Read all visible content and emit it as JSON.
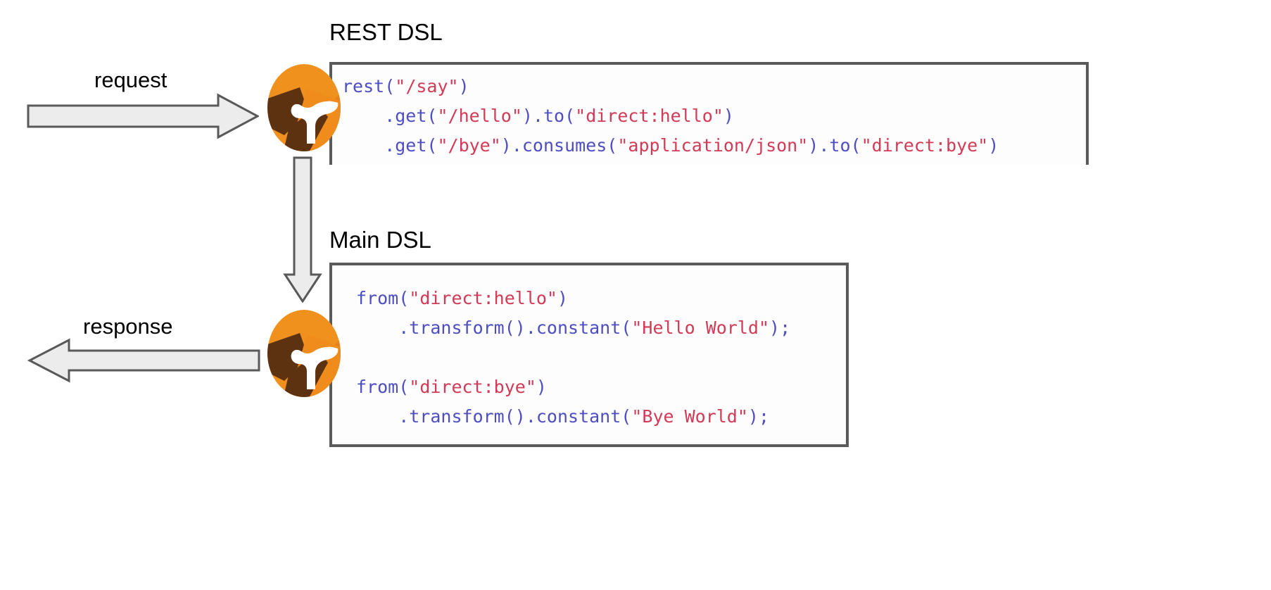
{
  "diagram": {
    "title_rest": "REST DSL",
    "title_main": "Main DSL",
    "flow": {
      "request_label": "request",
      "response_label": "response"
    },
    "colors": {
      "code_keyword": "#4e4ec4",
      "code_string": "#d33a55",
      "box_border": "#5a5a5a",
      "arrow_fill": "#ececec",
      "arrow_stroke": "#595959",
      "camel_orange": "#f0911e",
      "camel_orange_dark": "#e2711d",
      "camel_brown": "#5d3211",
      "camel_white": "#ffffff",
      "background": "#ffffff"
    },
    "icons": {
      "camel_logo": "apache-camel-logo",
      "arrow_right": "block-arrow-right",
      "arrow_left": "block-arrow-left",
      "arrow_down": "block-arrow-down"
    }
  },
  "rest_dsl": {
    "caption": "REST DSL",
    "lines": [
      [
        {
          "t": "rest(",
          "c": "fn"
        },
        {
          "t": "\"/say\"",
          "c": "str"
        },
        {
          "t": ")",
          "c": "fn"
        }
      ],
      [
        {
          "t": "    .get(",
          "c": "fn"
        },
        {
          "t": "\"/hello\"",
          "c": "str"
        },
        {
          "t": ").to(",
          "c": "fn"
        },
        {
          "t": "\"direct:hello\"",
          "c": "str"
        },
        {
          "t": ")",
          "c": "fn"
        }
      ],
      [
        {
          "t": "    .get(",
          "c": "fn"
        },
        {
          "t": "\"/bye\"",
          "c": "str"
        },
        {
          "t": ").consumes(",
          "c": "fn"
        },
        {
          "t": "\"application/json\"",
          "c": "str"
        },
        {
          "t": ").to(",
          "c": "fn"
        },
        {
          "t": "\"direct:bye\"",
          "c": "str"
        },
        {
          "t": ")",
          "c": "fn"
        }
      ]
    ],
    "truncated": true
  },
  "main_dsl": {
    "caption": "Main DSL",
    "lines": [
      [
        {
          "t": "from(",
          "c": "fn"
        },
        {
          "t": "\"direct:hello\"",
          "c": "str"
        },
        {
          "t": ")",
          "c": "fn"
        }
      ],
      [
        {
          "t": "    .transform().constant(",
          "c": "fn"
        },
        {
          "t": "\"Hello World\"",
          "c": "str"
        },
        {
          "t": ");",
          "c": "fn"
        }
      ],
      [
        {
          "t": "",
          "c": "fn"
        }
      ],
      [
        {
          "t": "from(",
          "c": "fn"
        },
        {
          "t": "\"direct:bye\"",
          "c": "str"
        },
        {
          "t": ")",
          "c": "fn"
        }
      ],
      [
        {
          "t": "    .transform().constant(",
          "c": "fn"
        },
        {
          "t": "\"Bye World\"",
          "c": "str"
        },
        {
          "t": ");",
          "c": "fn"
        }
      ]
    ],
    "truncated": false
  }
}
